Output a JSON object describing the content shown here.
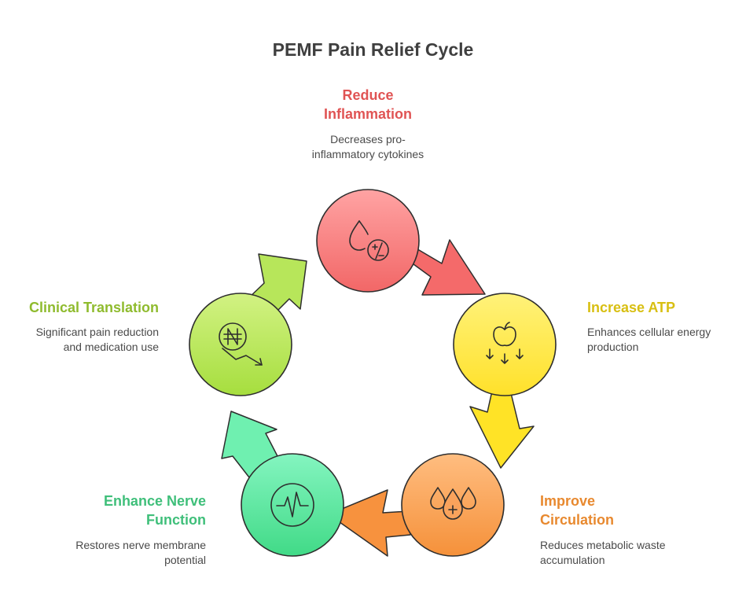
{
  "title": "PEMF Pain Relief Cycle",
  "steps": [
    {
      "heading_lines": [
        "Reduce",
        "Inflammation"
      ],
      "description_lines": [
        "Decreases pro-",
        "inflammatory cytokines"
      ],
      "color": "#e05454",
      "icon": "drop-percent-icon"
    },
    {
      "heading_lines": [
        "Increase ATP"
      ],
      "description_lines": [
        "Enhances cellular energy",
        "production"
      ],
      "color": "#d8bf12",
      "icon": "apple-arrows-icon"
    },
    {
      "heading_lines": [
        "Improve",
        "Circulation"
      ],
      "description_lines": [
        "Reduces metabolic waste",
        "accumulation"
      ],
      "color": "#e8892f",
      "icon": "drops-plus-icon"
    },
    {
      "heading_lines": [
        "Enhance Nerve",
        "Function"
      ],
      "description_lines": [
        "Restores nerve membrane",
        "potential"
      ],
      "color": "#3fbf7a",
      "icon": "nerve-signal-icon"
    },
    {
      "heading_lines": [
        "Clinical Translation"
      ],
      "description_lines": [
        "Significant pain reduction",
        "and medication use"
      ],
      "color": "#8fbb2e",
      "icon": "currency-decrease-icon"
    }
  ]
}
